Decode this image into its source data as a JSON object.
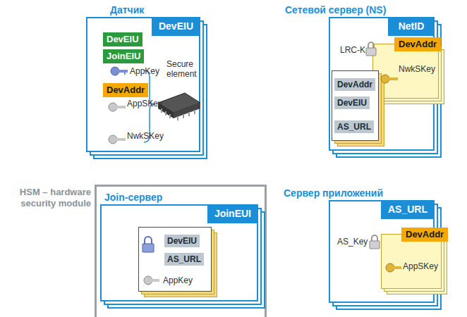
{
  "diagram": {
    "nodes": [
      {
        "text": [
          "Датчик",
          "DevEIU"
        ]
      },
      {
        "text": [
          "DevEIU"
        ],
        "in": 0
      },
      {
        "text": [
          "JoinEIU"
        ],
        "in": 0
      },
      {
        "text": [
          "DevAddr"
        ],
        "in": 0
      },
      {
        "text": [
          "Сетевой сервер (NS)",
          "NetID"
        ]
      },
      {
        "text": [
          "DevAddr",
          "NwkSKey"
        ],
        "in": 4
      },
      {
        "text": [
          "DevAddr",
          "DevEIU",
          "AS_URL"
        ],
        "in": 4
      },
      {
        "text": [
          "HSM – hardware security module"
        ]
      },
      {
        "text": [
          "Join-сервер",
          "JoinEUI"
        ],
        "in": 7
      },
      {
        "text": [
          "DevEIU",
          "AS_URL",
          "AppKey"
        ],
        "in": 8
      },
      {
        "text": [
          "Сервер приложений",
          "AS_URL"
        ]
      },
      {
        "text": [
          "DevAddr",
          "AppSKey"
        ],
        "in": 10
      }
    ],
    "labels": [
      "AppKey",
      "AppSKey",
      "NwkSKey",
      "Secure element",
      "LRC-K",
      "AS_Key"
    ]
  }
}
